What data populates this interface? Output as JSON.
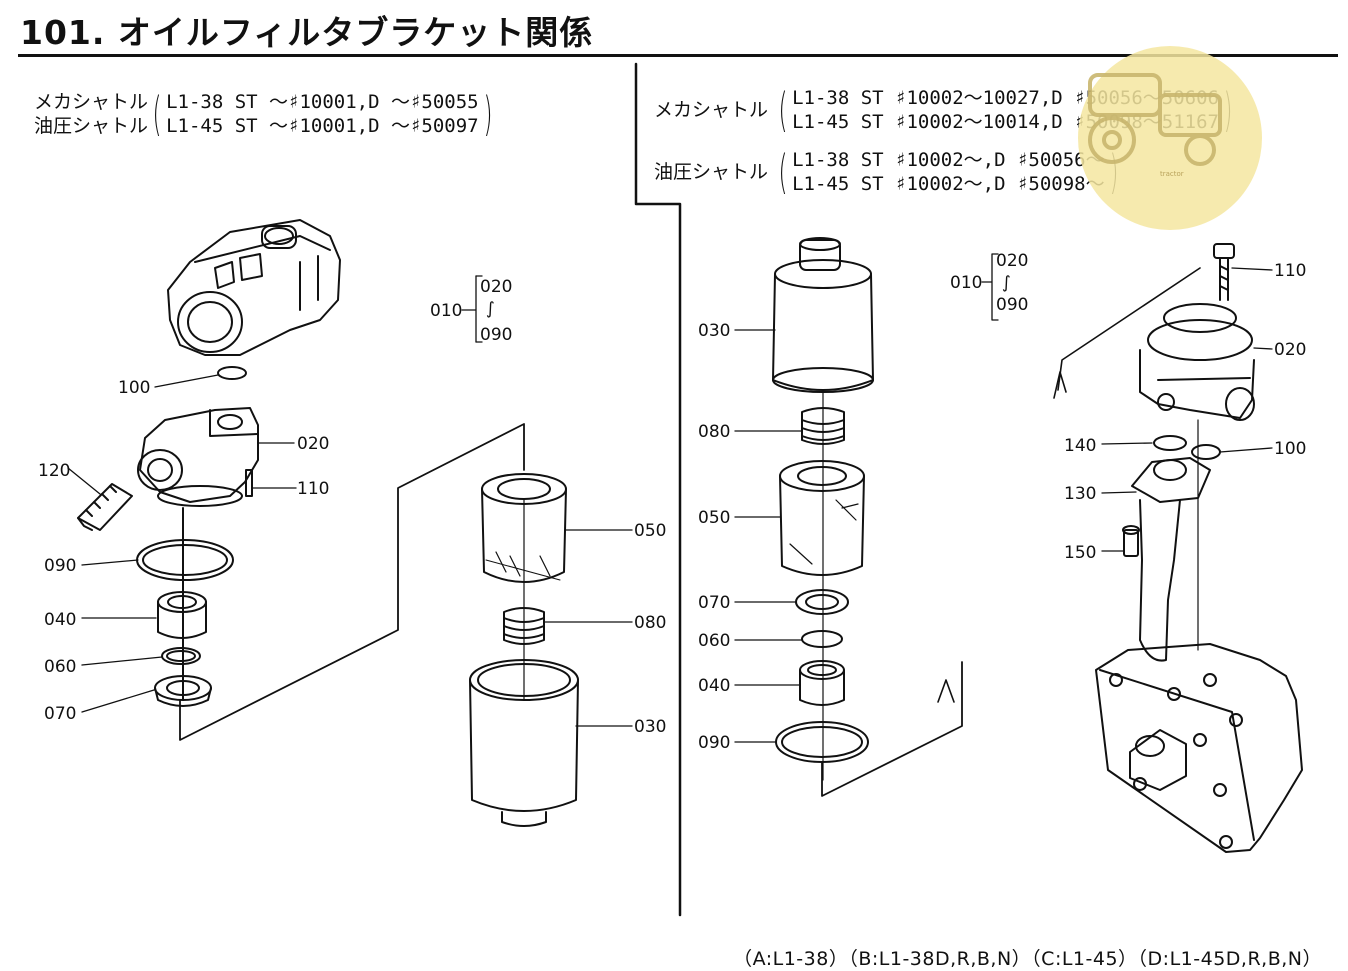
{
  "title": "101. オイルフィルタブラケット関係",
  "left_header": {
    "rows": [
      {
        "label": "メカシャトル",
        "line": "L1-38 ST ～♯10001,D ～♯50055"
      },
      {
        "label": "油圧シャトル",
        "line": "L1-45 ST ～♯10001,D ～♯50097"
      }
    ]
  },
  "right_header_mech": {
    "label": "メカシャトル",
    "lines": [
      "L1-38 ST ♯10002～10027,D ♯50056～50606",
      "L1-45 ST ♯10002～10014,D ♯50098～51167"
    ]
  },
  "right_header_hyd": {
    "label": "油圧シャトル",
    "lines": [
      "L1-38 ST ♯10002～,D ♯50056～",
      "L1-45 ST ♯10002～,D ♯50098～"
    ]
  },
  "left_parts": {
    "p100": "100",
    "p020": "020",
    "p120": "120",
    "p110": "110",
    "p090": "090",
    "p040": "040",
    "p060": "060",
    "p070": "070",
    "p050": "050",
    "p080": "080",
    "p030": "030",
    "set_main": "010",
    "set_top": "020",
    "set_tilde": "∫",
    "set_bottom": "090"
  },
  "right_parts": {
    "p030": "030",
    "p080": "080",
    "p050": "050",
    "p070": "070",
    "p060": "060",
    "p040": "040",
    "p090": "090",
    "p110": "110",
    "p020": "020",
    "p140": "140",
    "p100": "100",
    "p130": "130",
    "p150": "150",
    "set_main": "010",
    "set_top": "020",
    "set_tilde": "∫",
    "set_bottom": "090"
  },
  "footer": "（A:L1-38）（B:L1-38D,R,B,N）（C:L1-45）（D:L1-45D,R,B,N）",
  "colors": {
    "line": "#111111",
    "stamp": "#f5e6a0"
  }
}
